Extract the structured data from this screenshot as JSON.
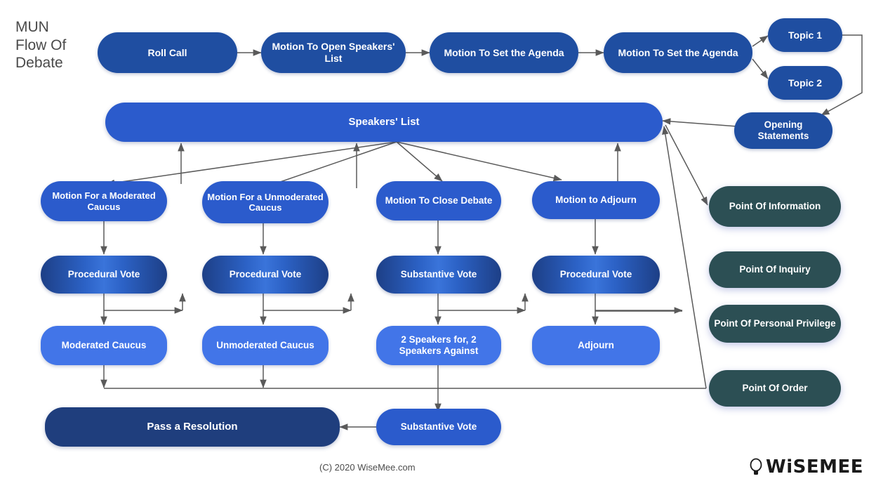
{
  "title": {
    "line1": "MUN",
    "line2": "Flow Of",
    "line3": "Debate"
  },
  "footer": {
    "copyright": "(C) 2020 WiseMee.com",
    "logo_text": "WiSEMEE",
    "logo_icon": "lightbulb-icon"
  },
  "colors": {
    "dark_blue": "#1f4ea1",
    "speakers_blue": "#2b5bcc",
    "motion_blue": "#2b5bcc",
    "vote_gradient_edge": "#1d3f86",
    "vote_gradient_center": "#3a74da",
    "light_blue": "#4275e8",
    "navy": "#1f3e7d",
    "teal": "#2c4f54",
    "arrow": "#5a5a5a",
    "background": "#ffffff",
    "title_text": "#4a4a4a"
  },
  "nodes": {
    "roll_call": "Roll Call",
    "motion_open_speakers": "Motion To Open Speakers' List",
    "motion_set_agenda_1": "Motion To Set the Agenda",
    "motion_set_agenda_2": "Motion To Set the Agenda",
    "topic_1": "Topic 1",
    "topic_2": "Topic 2",
    "opening_statements": "Opening Statements",
    "speakers_list": "Speakers' List",
    "motion_moderated": "Motion For a Moderated Caucus",
    "motion_unmoderated": "Motion For a Unmoderated Caucus",
    "motion_close_debate": "Motion To Close Debate",
    "motion_adjourn": "Motion to Adjourn",
    "procedural_vote_1": "Procedural Vote",
    "procedural_vote_2": "Procedural Vote",
    "substantive_vote_1": "Substantive Vote",
    "procedural_vote_3": "Procedural Vote",
    "moderated_caucus": "Moderated Caucus",
    "unmoderated_caucus": "Unmoderated Caucus",
    "two_speakers": "2 Speakers for, 2 Speakers Against",
    "adjourn": "Adjourn",
    "pass_resolution": "Pass a Resolution",
    "substantive_vote_2": "Substantive Vote"
  },
  "points": [
    {
      "label": "Point Of Information"
    },
    {
      "label": "Point Of Inquiry"
    },
    {
      "label": "Point Of Personal Privilege"
    },
    {
      "label": "Point Of Order"
    }
  ]
}
